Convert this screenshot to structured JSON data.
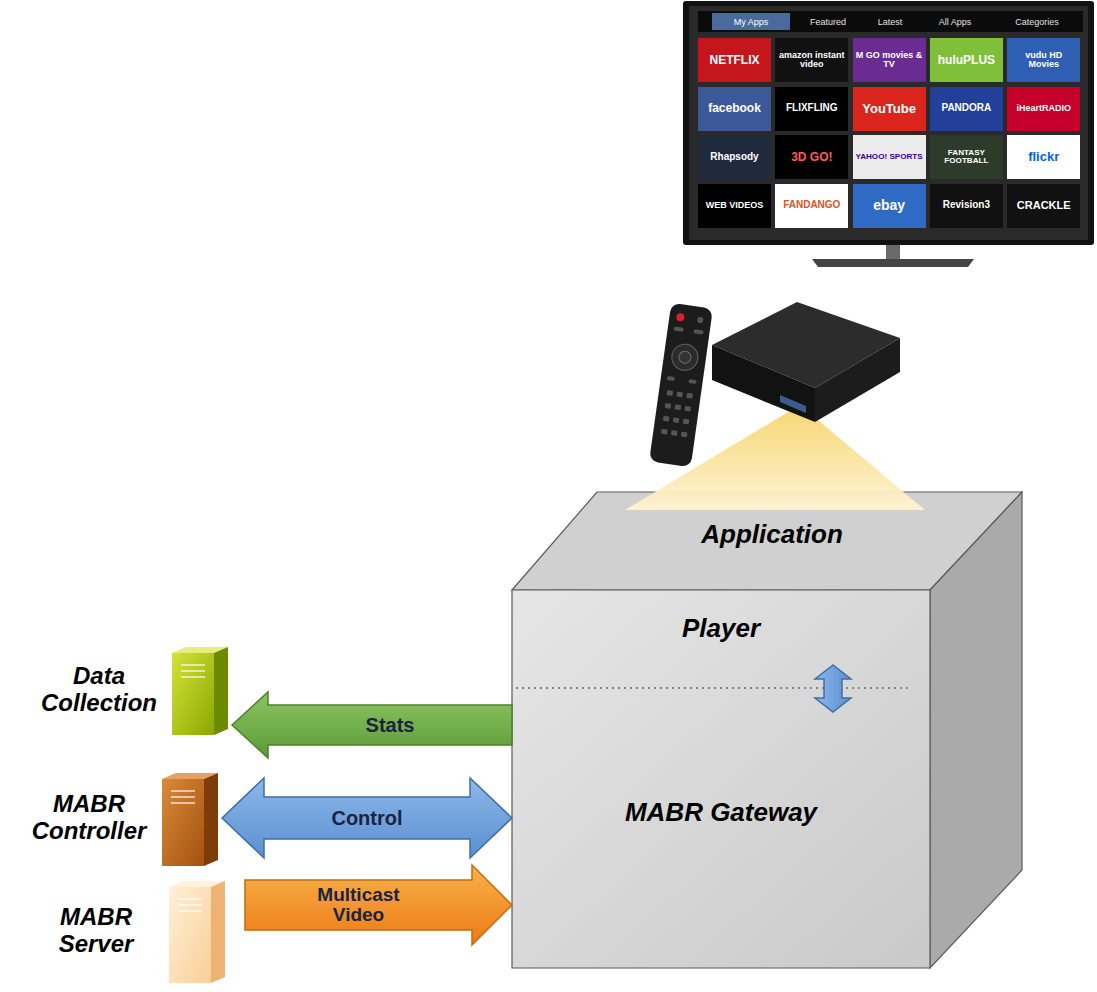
{
  "diagram": {
    "nodes": [
      {
        "text": [
          "Application"
        ]
      },
      {
        "text": [
          "Player"
        ],
        "in": 0
      },
      {
        "text": [
          "MABR Gateway"
        ],
        "in": 0
      },
      {
        "text": [
          "Data Collection"
        ]
      },
      {
        "text": [
          "MABR Controller"
        ]
      },
      {
        "text": [
          "MABR Server"
        ]
      }
    ],
    "edges": [
      {
        "from": 2,
        "to": 3,
        "label": "Stats",
        "arrow": "to"
      },
      {
        "from": 4,
        "to": 2,
        "label": "Control",
        "arrow": "both"
      },
      {
        "from": 5,
        "to": 2,
        "label": "Multicast Video",
        "arrow": "to"
      },
      {
        "from": 1,
        "to": 2,
        "arrow": "both"
      }
    ],
    "labels": [
      "My Apps",
      "Featured",
      "Latest",
      "All Apps",
      "Categories",
      "NETFLIX",
      "amazon instant video",
      "M GO movies & TV",
      "huluPLUS",
      "vudu HD Movies",
      "facebook",
      "FLIXFLING",
      "YouTube",
      "PANDORA",
      "iHeartRADIO",
      "Rhapsody",
      "3D GO!",
      "YAHOO! SPORTS",
      "FANTASY FOOTBALL",
      "flickr",
      "WEB VIDEOS",
      "FANDANGO",
      "ebay",
      "Revision3",
      "CRACKLE"
    ]
  }
}
